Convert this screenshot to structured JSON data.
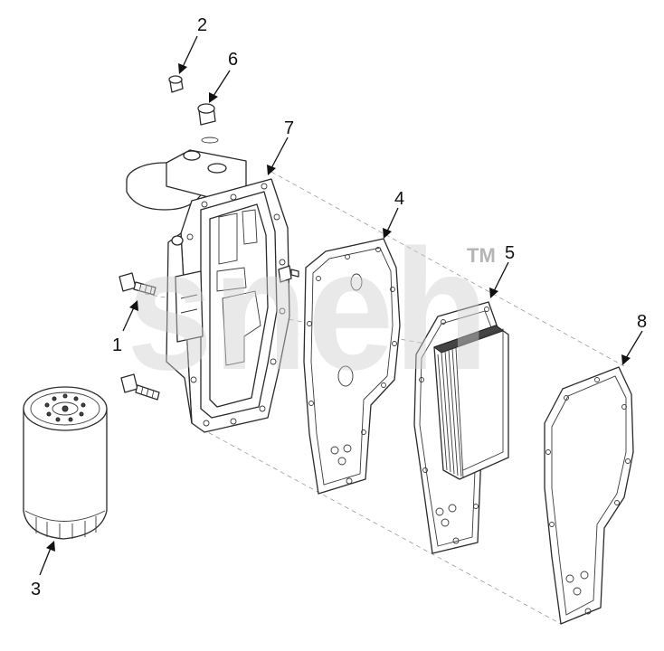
{
  "watermark": {
    "text": "sneh",
    "tm": "TM"
  },
  "parts": [
    {
      "id": "1",
      "label": "1",
      "name": "bolt"
    },
    {
      "id": "2",
      "label": "2",
      "name": "plug"
    },
    {
      "id": "3",
      "label": "3",
      "name": "oil-filter"
    },
    {
      "id": "4",
      "label": "4",
      "name": "gasket"
    },
    {
      "id": "5",
      "label": "5",
      "name": "oil-cooler-core"
    },
    {
      "id": "6",
      "label": "6",
      "name": "plug-with-o-ring"
    },
    {
      "id": "7",
      "label": "7",
      "name": "filter-head-housing"
    },
    {
      "id": "8",
      "label": "8",
      "name": "gasket"
    }
  ],
  "colors": {
    "ink": "#2a2a2a",
    "watermark": "#cfcfcf",
    "background": "#ffffff"
  }
}
